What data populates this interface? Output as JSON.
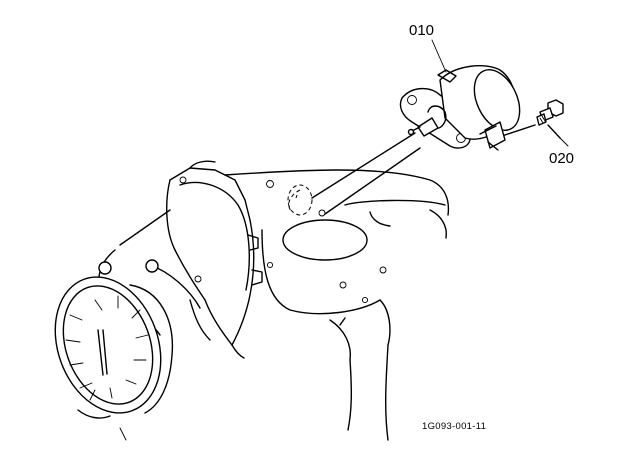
{
  "callouts": {
    "part_010": "010",
    "part_020": "020"
  },
  "figure_ref": "1G093-001-11"
}
